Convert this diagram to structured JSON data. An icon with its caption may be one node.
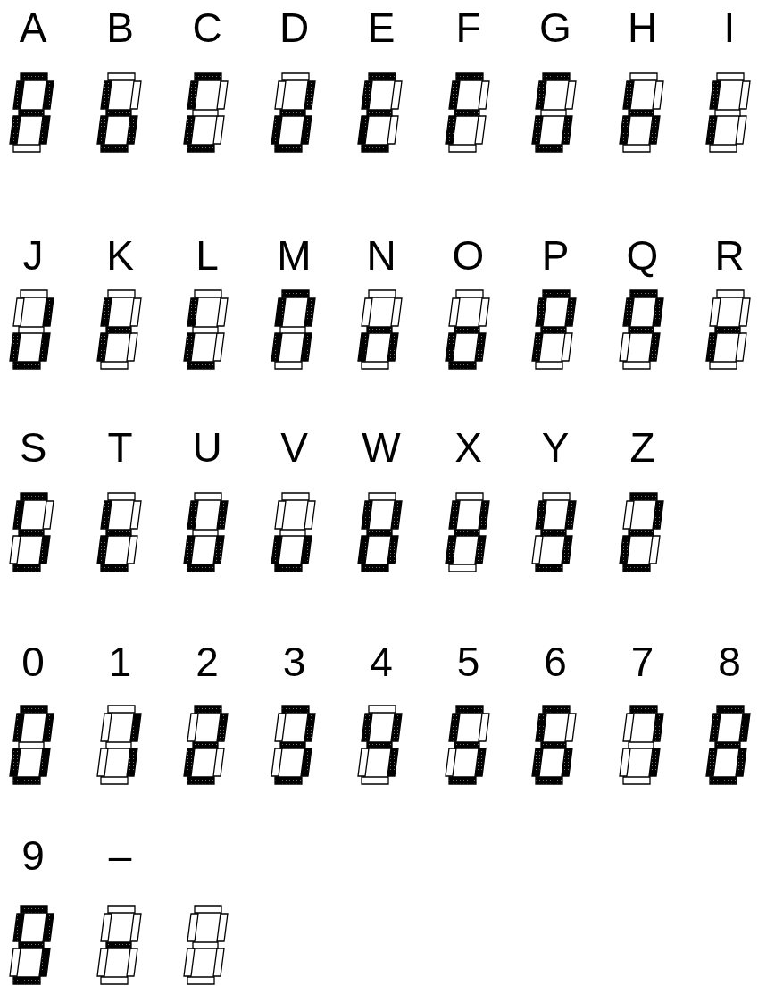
{
  "diagram": {
    "labels": [
      "A",
      "B",
      "C",
      "D",
      "E",
      "F",
      "G",
      "H",
      "I",
      "J",
      "K",
      "L",
      "M",
      "N",
      "O",
      "P",
      "Q",
      "R",
      "S",
      "T",
      "U",
      "V",
      "W",
      "X",
      "Y",
      "Z",
      "0",
      "1",
      "2",
      "3",
      "4",
      "5",
      "6",
      "7",
      "8",
      "9",
      "–"
    ]
  }
}
